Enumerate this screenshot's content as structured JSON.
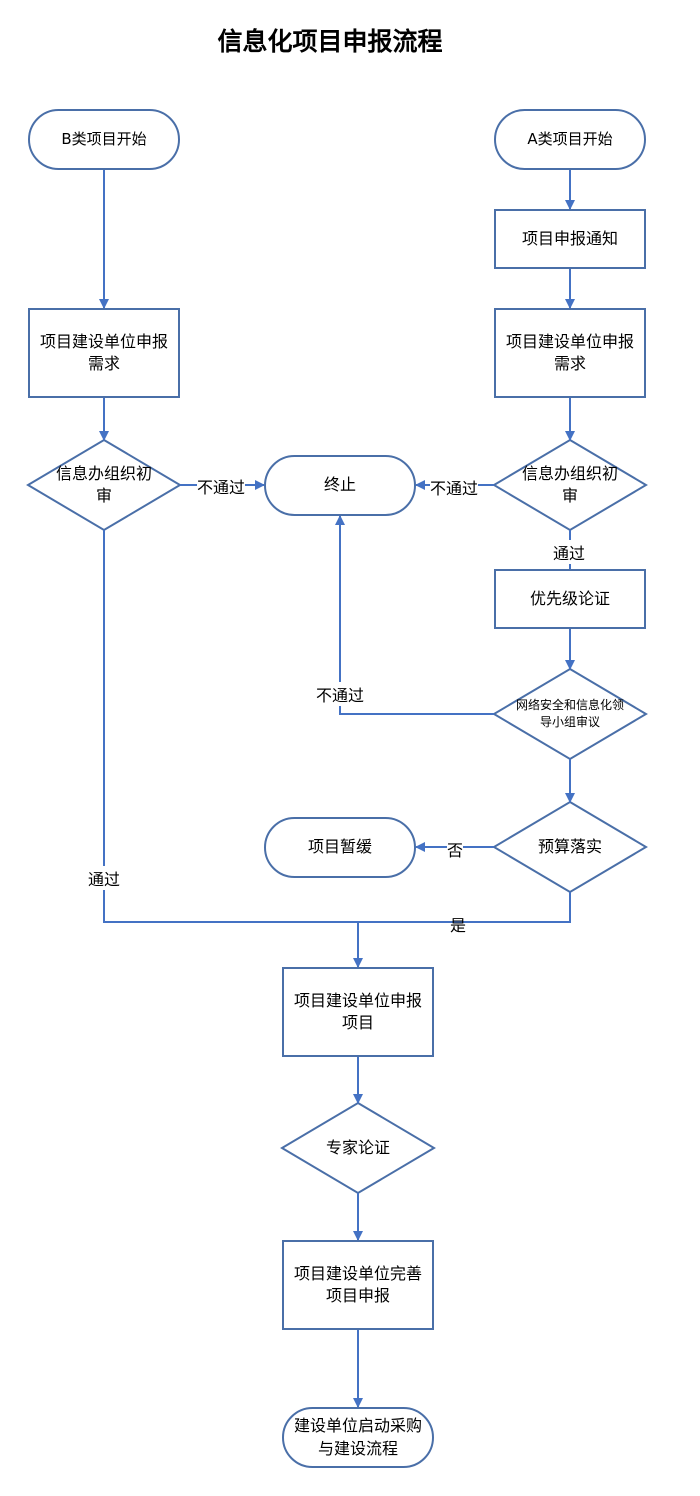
{
  "title": "信息化项目申报流程",
  "nodes": {
    "b_start": "B类项目开始",
    "a_start": "A类项目开始",
    "a_notice": "项目申报通知",
    "b_demand": "项目建设单位申报\n需求",
    "a_demand": "项目建设单位申报\n需求",
    "b_review": "信息办组织初\n审",
    "terminate": "终止",
    "a_review": "信息办组织初\n审",
    "priority": "优先级论证",
    "leader_review": "网络安全和信息化领\n导小组审议",
    "suspend": "项目暂缓",
    "budget": "预算落实",
    "apply_project": "项目建设单位申报\n项目",
    "expert": "专家论证",
    "improve": "项目建设单位完善\n项目申报",
    "procure": "建设单位启动采购\n与建设流程"
  },
  "labels": {
    "b_fail": "不通过",
    "a_fail": "不通过",
    "a_pass": "通过",
    "leader_fail": "不通过",
    "budget_no": "否",
    "b_pass": "通过",
    "budget_yes": "是"
  },
  "colors": {
    "line": "#4472c4",
    "border": "#4a6fa8"
  }
}
